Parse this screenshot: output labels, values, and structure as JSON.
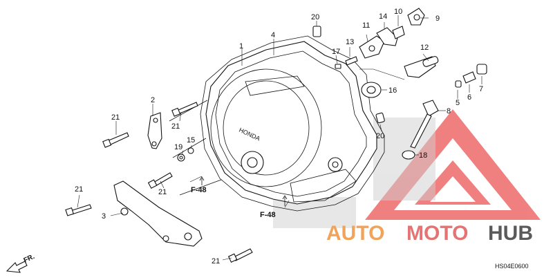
{
  "callouts": [
    "1",
    "2",
    "3",
    "4",
    "5",
    "6",
    "7",
    "8",
    "9",
    "10",
    "11",
    "12",
    "13",
    "14",
    "15",
    "16",
    "17",
    "18",
    "19",
    "20",
    "21"
  ],
  "reference_labels": [
    "F-48",
    "F-48"
  ],
  "diagram_code": "HS04E0600",
  "direction_label": "FR.",
  "watermark": {
    "part1": "AUTO",
    "part2": "MOTO",
    "part3": "HUB",
    "color_part1": "#f0a35a",
    "color_part2": "#e57373",
    "color_part3": "#5a5a5a",
    "logo": "red-triangle-logo"
  },
  "cover_embossed_text": "HONDA"
}
